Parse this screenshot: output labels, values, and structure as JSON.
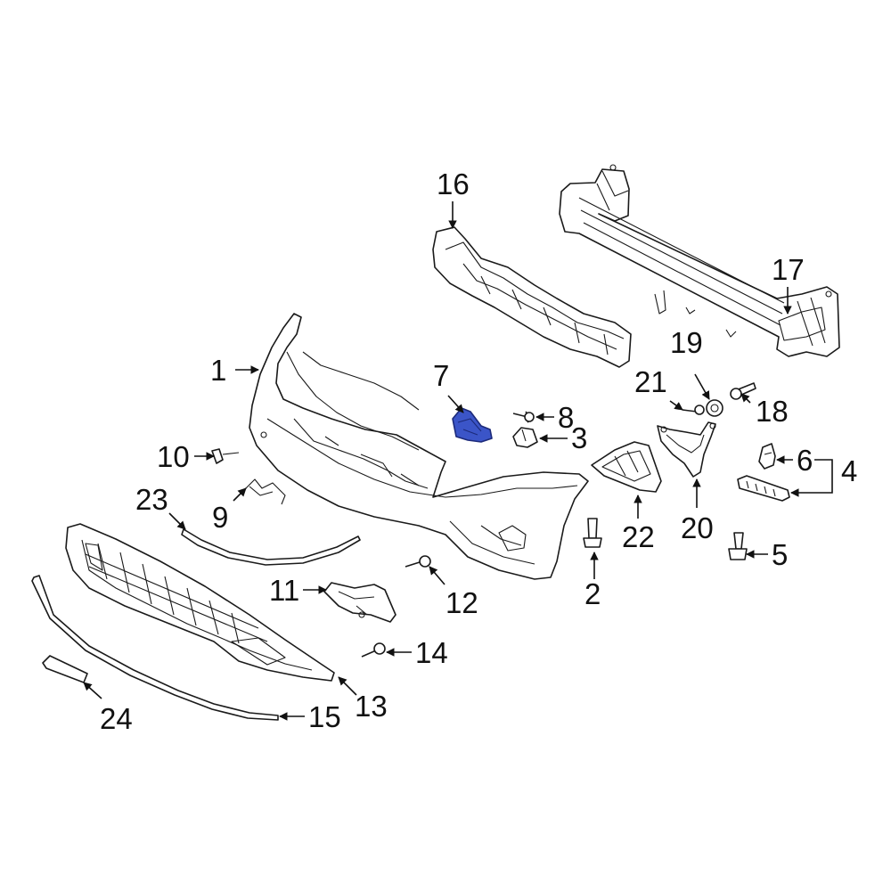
{
  "callouts": {
    "c1": "1",
    "c2": "2",
    "c3": "3",
    "c4": "4",
    "c5": "5",
    "c6": "6",
    "c7": "7",
    "c8": "8",
    "c9": "9",
    "c10": "10",
    "c11": "11",
    "c12": "12",
    "c13": "13",
    "c14": "14",
    "c15": "15",
    "c16": "16",
    "c17": "17",
    "c18": "18",
    "c19": "19",
    "c20": "20",
    "c21": "21",
    "c22": "22",
    "c23": "23",
    "c24": "24"
  },
  "colors": {
    "line": "#1a1a1a",
    "highlight_fill": "#3b55c8",
    "highlight_stroke": "#1c2a7a"
  },
  "highlighted_part": "7"
}
